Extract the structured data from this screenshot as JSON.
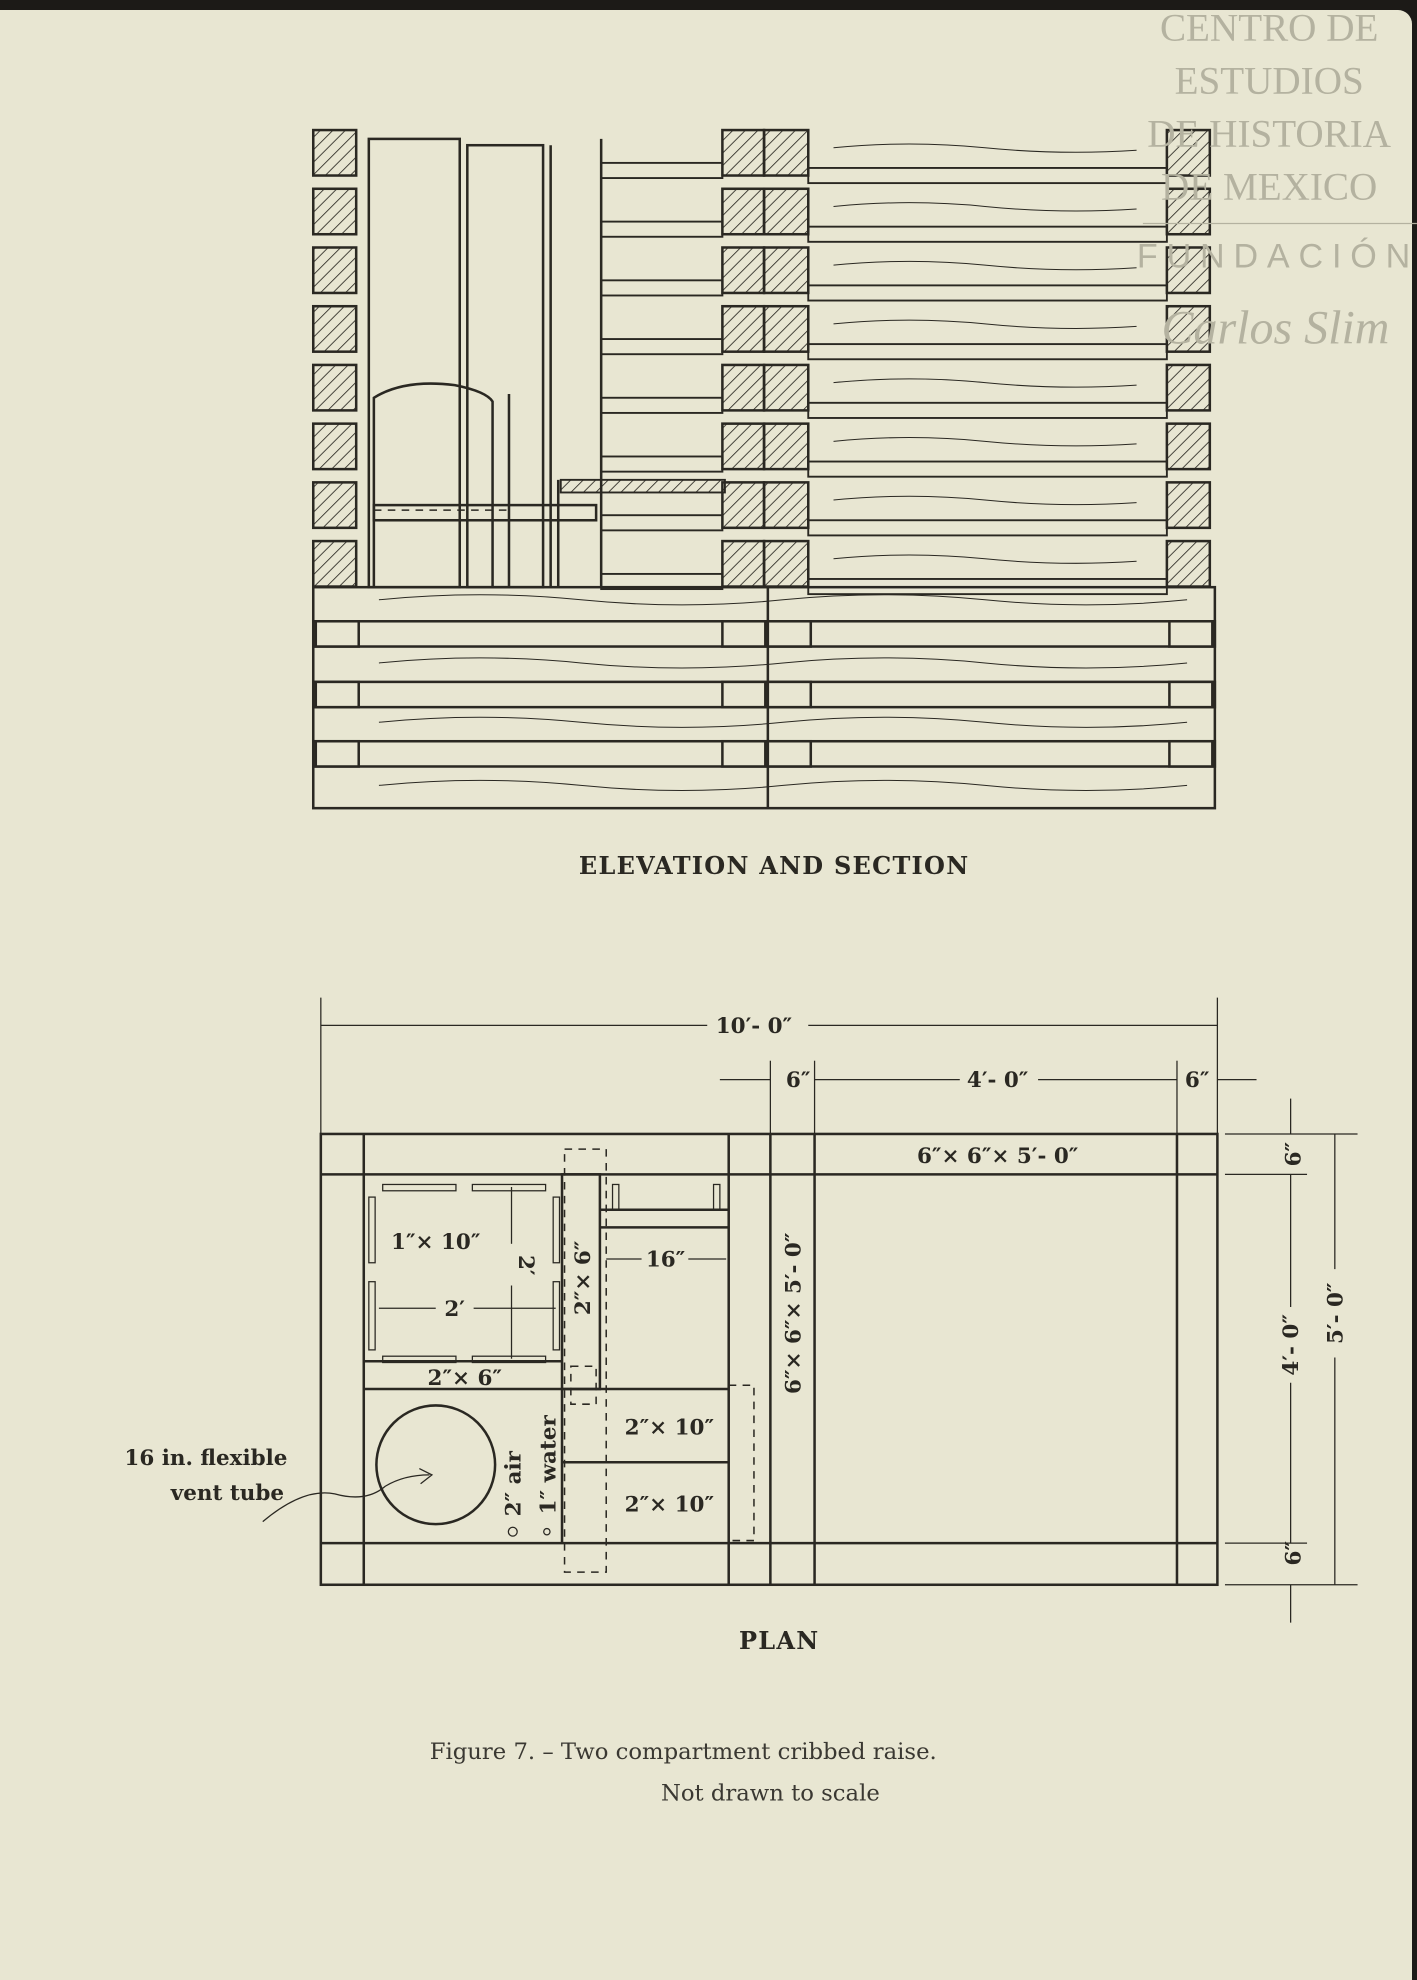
{
  "watermark": {
    "lines": [
      "CENTRO DE",
      "ESTUDIOS",
      "DE HISTORIA",
      "DE MEXICO"
    ],
    "foundation": "FUNDACIÓN",
    "signature": "Carlos Slim"
  },
  "elevation": {
    "title": "ELEVATION AND SECTION"
  },
  "plan": {
    "title": "PLAN",
    "dims": {
      "overall": "10′- 0″",
      "post_left": "6″",
      "compartment": "4′- 0″",
      "post_right": "6″",
      "side_top": "6″",
      "side_middle": "4′- 0″",
      "side_bottom": "6″",
      "side_total": "5′- 0″"
    },
    "labels": {
      "top_sill": "6″× 6″× 5′- 0″",
      "center_post": "6″× 6″× 5′- 0″",
      "lagging": "1″× 10″",
      "box_width": "2′",
      "box_height": "2′",
      "divider_vertical": "2″× 6″",
      "ladder_width": "16″",
      "divider_horizontal": "2″× 6″",
      "air_pipe": "2″ air",
      "water_pipe": "1″ water",
      "plank_upper": "2″× 10″",
      "plank_lower": "2″× 10″",
      "vent_line1": "16 in. flexible",
      "vent_line2": "vent tube"
    }
  },
  "caption": {
    "line1": "Figure 7. – Two compartment cribbed raise.",
    "line2": "Not drawn to scale"
  }
}
